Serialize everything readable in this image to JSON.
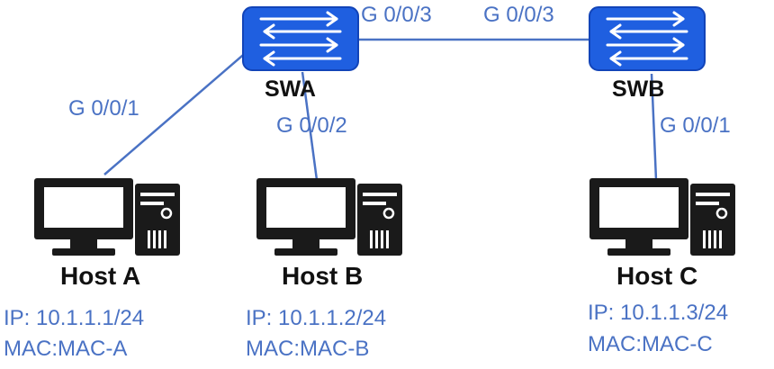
{
  "colors": {
    "link": "#4a72c4",
    "switch_fill": "#1f5fe0",
    "switch_stroke": "#1244b8",
    "host_body": "#1a1a1a",
    "text_dark": "#111111"
  },
  "switches": [
    {
      "id": "swa",
      "name": "SWA",
      "icon": "switch-icon"
    },
    {
      "id": "swb",
      "name": "SWB",
      "icon": "switch-icon"
    }
  ],
  "hosts": [
    {
      "id": "host-a",
      "name": "Host A",
      "ip": "IP: 10.1.1.1/24",
      "mac": "MAC:MAC-A",
      "icon": "computer-icon"
    },
    {
      "id": "host-b",
      "name": "Host B",
      "ip": "IP: 10.1.1.2/24",
      "mac": "MAC:MAC-B",
      "icon": "computer-icon"
    },
    {
      "id": "host-c",
      "name": "Host C",
      "ip": "IP: 10.1.1.3/24",
      "mac": "MAC:MAC-C",
      "icon": "computer-icon"
    }
  ],
  "links": [
    {
      "from": "SWA",
      "to": "Host A",
      "port": "G 0/0/1"
    },
    {
      "from": "SWA",
      "to": "Host B",
      "port": "G 0/0/2"
    },
    {
      "from": "SWA",
      "to": "SWB",
      "port_a": "G 0/0/3",
      "port_b": "G 0/0/3"
    },
    {
      "from": "SWB",
      "to": "Host C",
      "port": "G 0/0/1"
    }
  ]
}
